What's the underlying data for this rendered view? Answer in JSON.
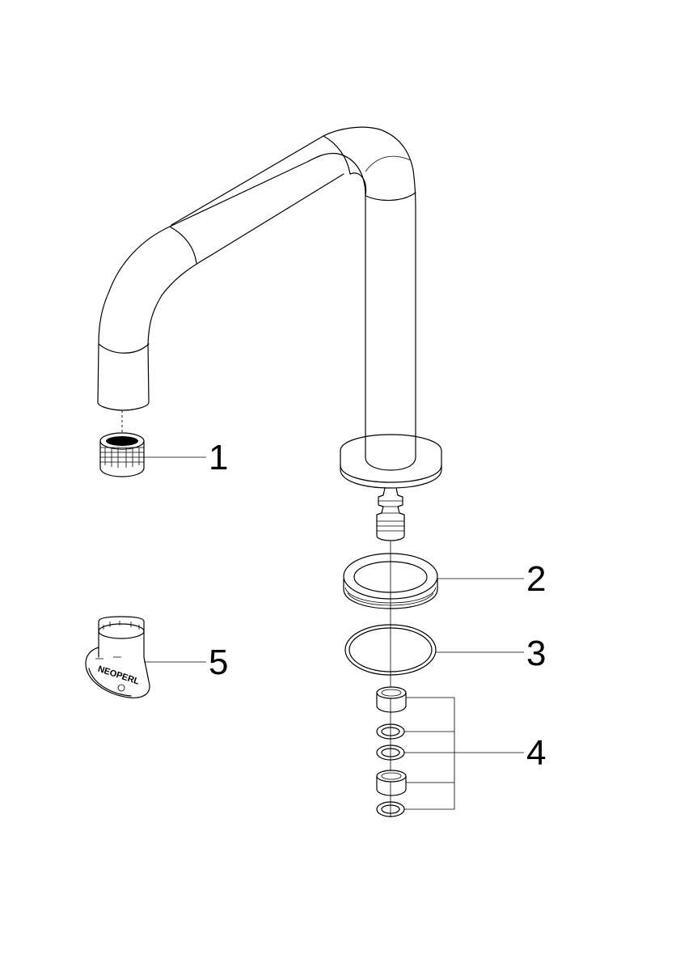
{
  "callouts": [
    {
      "id": "1",
      "label": "1"
    },
    {
      "id": "2",
      "label": "2"
    },
    {
      "id": "3",
      "label": "3"
    },
    {
      "id": "4",
      "label": "4"
    },
    {
      "id": "5",
      "label": "5"
    }
  ],
  "tool_logo": "NEOPERL"
}
